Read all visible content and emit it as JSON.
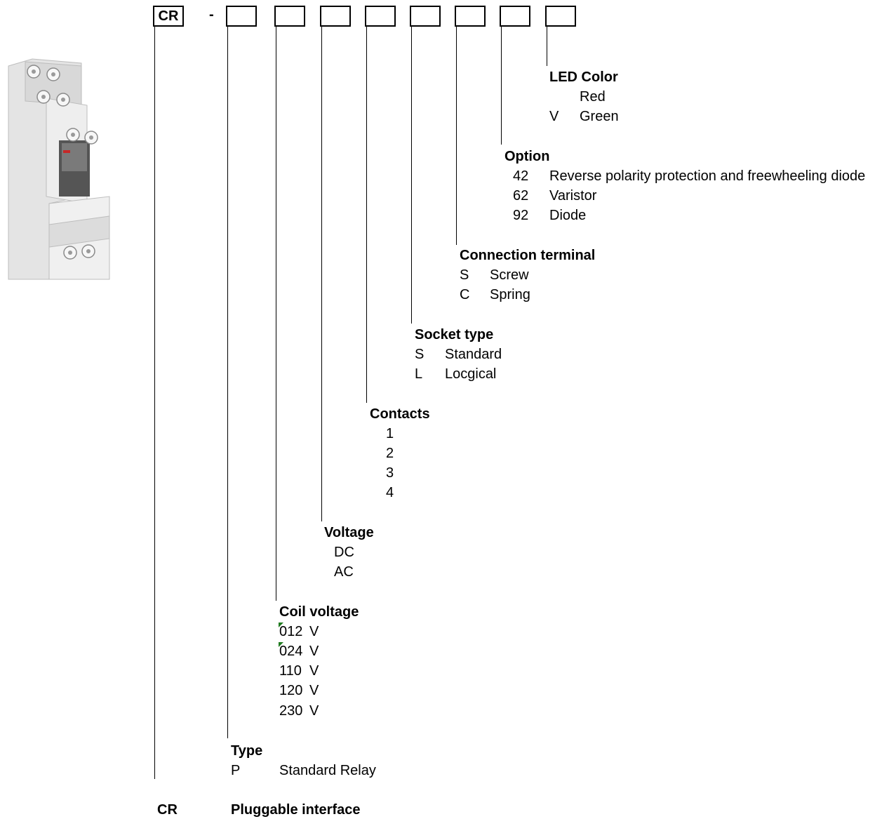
{
  "code": {
    "prefix": "CR",
    "separator": "-"
  },
  "led_color": {
    "title": "LED Color",
    "options": [
      {
        "code": "",
        "label": "Red"
      },
      {
        "code": "V",
        "label": "Green"
      }
    ]
  },
  "option": {
    "title": "Option",
    "options": [
      {
        "code": "42",
        "label": "Reverse polarity protection and freewheeling diode"
      },
      {
        "code": "62",
        "label": "Varistor"
      },
      {
        "code": "92",
        "label": "Diode"
      }
    ]
  },
  "connection_terminal": {
    "title": "Connection terminal",
    "options": [
      {
        "code": "S",
        "label": "Screw"
      },
      {
        "code": "C",
        "label": "Spring"
      }
    ]
  },
  "socket_type": {
    "title": "Socket type",
    "options": [
      {
        "code": "S",
        "label": "Standard"
      },
      {
        "code": "L",
        "label": "Locgical"
      }
    ]
  },
  "contacts": {
    "title": "Contacts",
    "options": [
      "1",
      "2",
      "3",
      "4"
    ]
  },
  "voltage": {
    "title": "Voltage",
    "options": [
      "DC",
      "AC"
    ]
  },
  "coil_voltage": {
    "title": "Coil voltage",
    "options": [
      "012",
      "024",
      "110",
      "120",
      "230"
    ],
    "unit": "V"
  },
  "type": {
    "title": "Type",
    "options": [
      {
        "code": "P",
        "label": "Standard Relay"
      }
    ]
  },
  "base": {
    "code": "CR",
    "label": "Pluggable interface"
  }
}
